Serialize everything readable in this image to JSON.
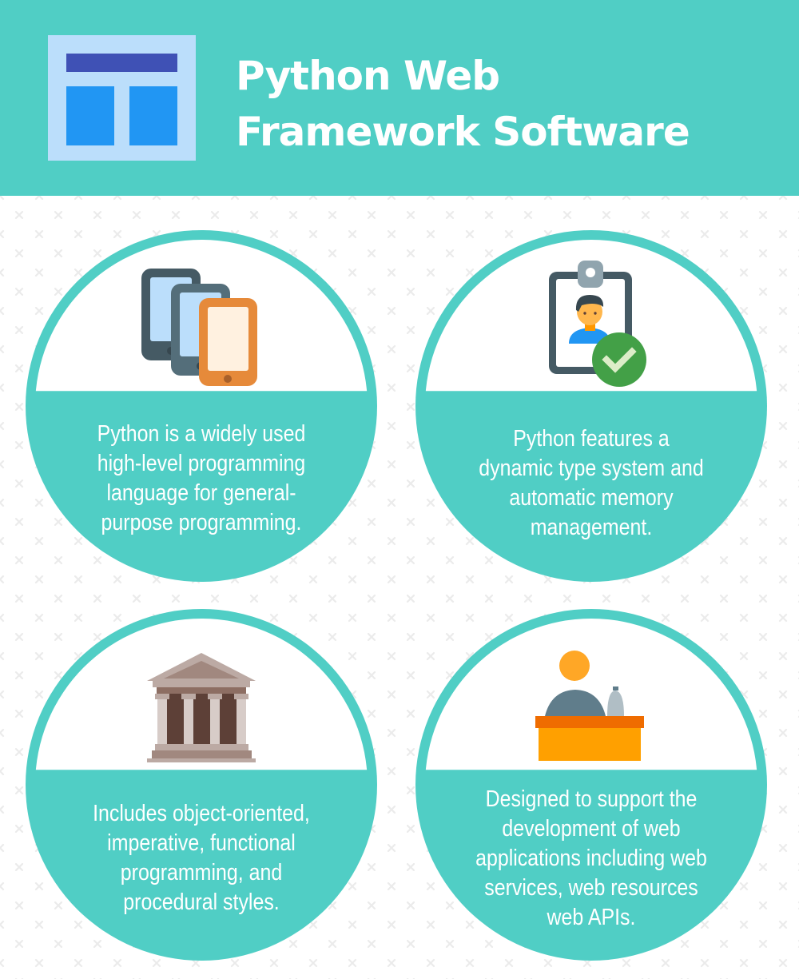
{
  "header": {
    "title_lines": [
      "Python Web",
      "Framework Software"
    ],
    "logo_icon": "web-layout-icon",
    "background_color": "#50cec5"
  },
  "cards": [
    {
      "icon": "mobile-devices-icon",
      "text_lines": [
        "Python is a widely used",
        "high-level programming",
        "language for general-",
        "purpose programming."
      ]
    },
    {
      "icon": "id-badge-verified-icon",
      "text_lines": [
        "Python features a",
        "dynamic type system and",
        "automatic memory",
        "management."
      ]
    },
    {
      "icon": "classical-building-icon",
      "text_lines": [
        "Includes object-oriented,",
        "imperative, functional",
        "programming, and",
        "procedural styles."
      ]
    },
    {
      "icon": "reception-desk-icon",
      "text_lines": [
        "Designed to support the",
        "development of web",
        "applications including web",
        "services, web resources",
        "web APIs."
      ]
    }
  ],
  "colors": {
    "teal": "#50cec5",
    "pattern": "#ebebeb"
  }
}
